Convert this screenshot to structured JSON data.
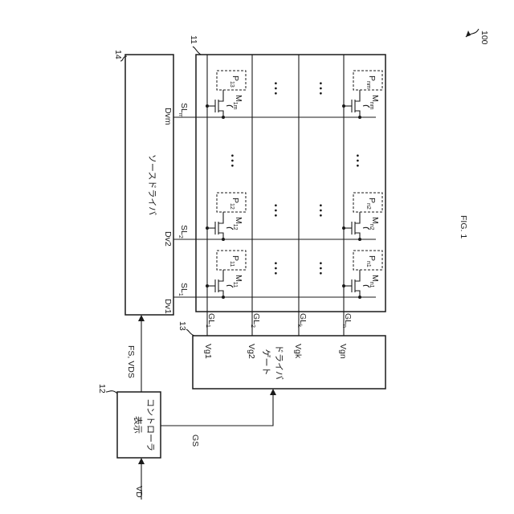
{
  "figure": {
    "ref_number": "100",
    "caption": "FIG. 1"
  },
  "blocks": {
    "controller": {
      "ref": "12",
      "label_line1": "表示",
      "label_line2": "コントローラ"
    },
    "gate_driver": {
      "ref": "13",
      "label_line1": "ゲート",
      "label_line2": "ドライバ"
    },
    "source_driver": {
      "ref": "14",
      "label": "ソースドライバ"
    },
    "pixel_array": {
      "ref": "11"
    }
  },
  "signals": {
    "input": "VD",
    "to_source": "FS, VDS",
    "to_gate": "GS"
  },
  "gate_outputs": [
    "Vg1",
    "Vg2",
    "Vgk",
    "Vgn"
  ],
  "gate_lines": [
    {
      "base": "GL",
      "sub": "1"
    },
    {
      "base": "GL",
      "sub": "2"
    },
    {
      "base": "GL",
      "sub": "k"
    },
    {
      "base": "GL",
      "sub": "n"
    }
  ],
  "source_outputs": [
    "Dv1",
    "Dv2",
    "Dvm"
  ],
  "source_lines": [
    {
      "base": "SL",
      "sub": "1"
    },
    {
      "base": "SL",
      "sub": "2"
    },
    {
      "base": "SL",
      "sub": "m"
    }
  ],
  "pixels": [
    {
      "p": "P",
      "p_sub": "11",
      "m": "M",
      "m_sub": "11"
    },
    {
      "p": "P",
      "p_sub": "12",
      "m": "M",
      "m_sub": "12"
    },
    {
      "p": "P",
      "p_sub": "13",
      "m": "M",
      "m_sub": "1m"
    },
    {
      "p": "P",
      "p_sub": "n1",
      "m": "M",
      "m_sub": "n1"
    },
    {
      "p": "P",
      "p_sub": "n2",
      "m": "M",
      "m_sub": "n2"
    },
    {
      "p": "P",
      "p_sub": "nm",
      "m": "M",
      "m_sub": "nm"
    }
  ],
  "ellipsis": "• • •"
}
